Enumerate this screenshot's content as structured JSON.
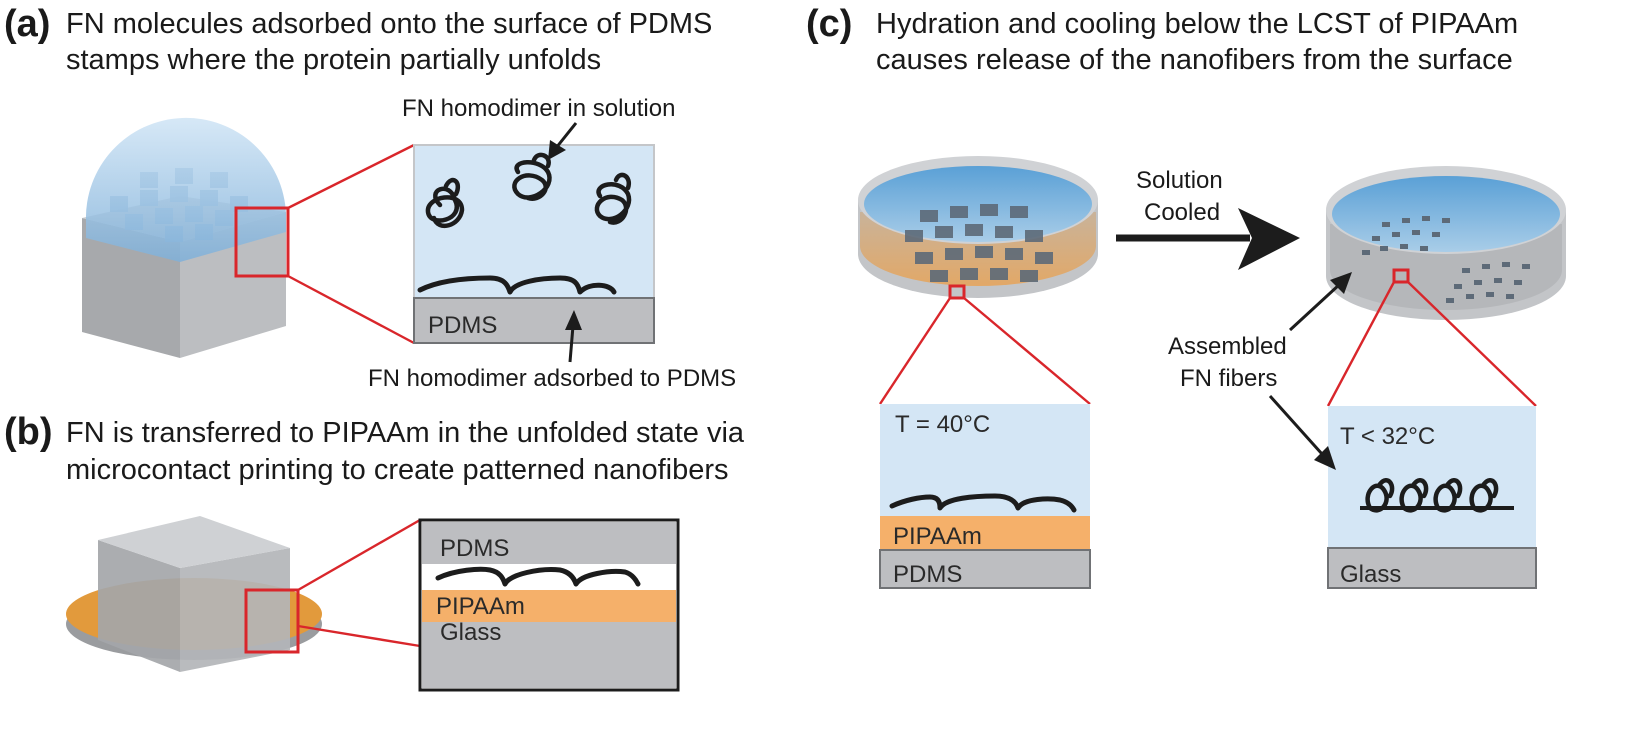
{
  "panel_a": {
    "tag": "(a)",
    "title_line1": "FN molecules adsorbed onto the surface of PDMS",
    "title_line2": "stamps where the protein partially unfolds",
    "label_solution": "FN homodimer in solution",
    "label_adsorbed": "FN homodimer adsorbed to PDMS",
    "layer_pdms": "PDMS"
  },
  "panel_b": {
    "tag": "(b)",
    "title_line1": "FN is transferred to PIPAAm in the unfolded state via",
    "title_line2": "microcontact printing to create patterned nanofibers",
    "layer_pdms": "PDMS",
    "layer_pipaam": "PIPAAm",
    "layer_glass": "Glass"
  },
  "panel_c": {
    "tag": "(c)",
    "title_line1": "Hydration and cooling below the LCST of PIPAAm",
    "title_line2": "causes release of the nanofibers from the surface",
    "arrow_line1": "Solution",
    "arrow_line2": "Cooled",
    "fibers_line1": "Assembled",
    "fibers_line2": "FN fibers",
    "temp_warm": "T = 40°C",
    "temp_cool": "T < 32°C",
    "layer_pipaam": "PIPAAm",
    "layer_pdms": "PDMS",
    "layer_glass": "Glass"
  },
  "colors": {
    "solution": "#d4e6f5",
    "pdms": "#bdbec1",
    "pipaam": "#f5b06a",
    "dish_orange": "#d9a56a",
    "highlight": "#d9262b",
    "fiber": "#1c1c1c"
  }
}
